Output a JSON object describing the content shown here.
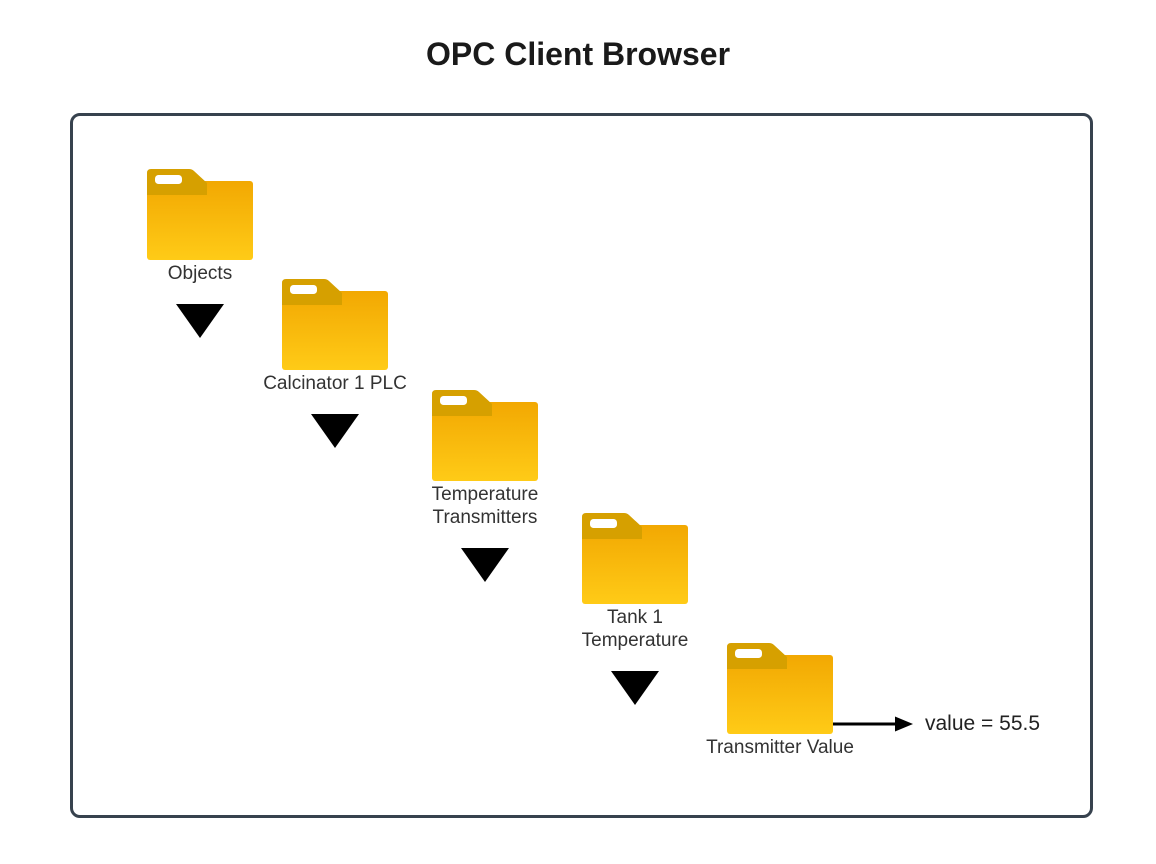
{
  "title": "OPC Client Browser",
  "tree": {
    "nodes": [
      {
        "name": "Objects",
        "lines": [
          "Objects"
        ]
      },
      {
        "name": "Calcinator 1 PLC",
        "lines": [
          "Calcinator 1 PLC"
        ]
      },
      {
        "name": "Temperature Transmitters",
        "lines": [
          "Temperature",
          "Transmitters"
        ]
      },
      {
        "name": "Tank 1 Temperature",
        "lines": [
          "Tank 1",
          "Temperature"
        ]
      },
      {
        "name": "Transmitter Value",
        "lines": [
          "Transmitter Value"
        ]
      }
    ]
  },
  "value_readout": "value = 55.5",
  "colors": {
    "folder_body_top": "#F2A802",
    "folder_body_bottom": "#FFCB17",
    "folder_tab": "#D6A000",
    "folder_slot": "#FFFFFF",
    "panel_border": "#37424E",
    "title_text": "#1A1A1A",
    "label_text": "#333333",
    "arrow": "#000000"
  }
}
